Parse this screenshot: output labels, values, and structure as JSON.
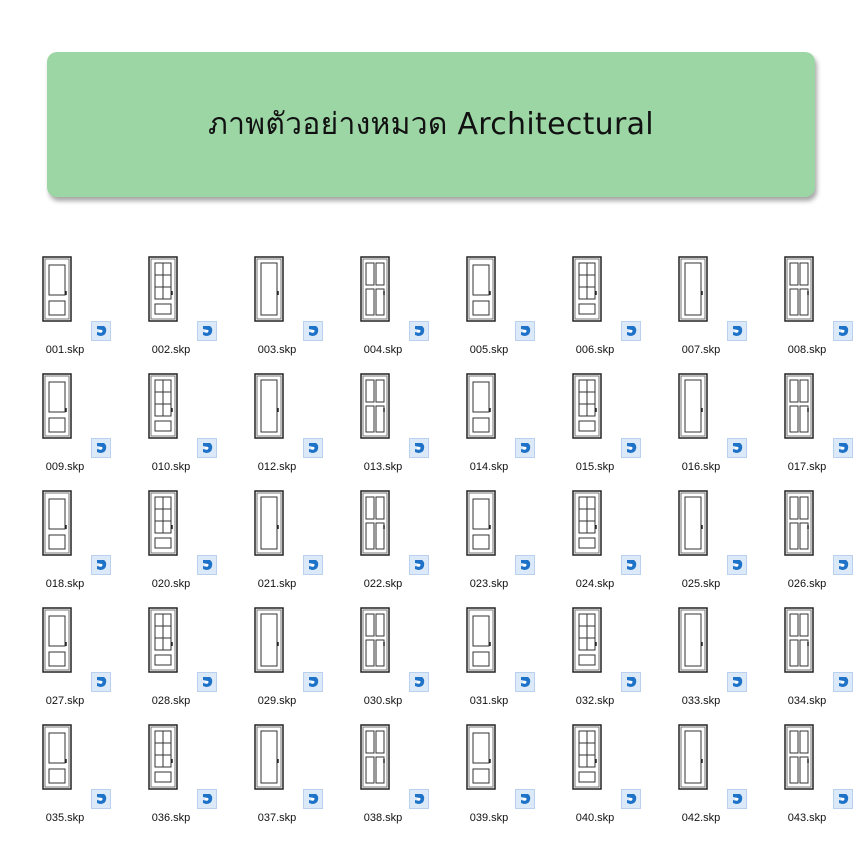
{
  "banner": {
    "title": "ภาพตัวอย่างหมวด Architectural",
    "color": "#9dd6a5"
  },
  "file_icon": "sketchup-file-icon",
  "files": [
    "001.skp",
    "002.skp",
    "003.skp",
    "004.skp",
    "005.skp",
    "006.skp",
    "007.skp",
    "008.skp",
    "009.skp",
    "010.skp",
    "012.skp",
    "013.skp",
    "014.skp",
    "015.skp",
    "016.skp",
    "017.skp",
    "018.skp",
    "020.skp",
    "021.skp",
    "022.skp",
    "023.skp",
    "024.skp",
    "025.skp",
    "026.skp",
    "027.skp",
    "028.skp",
    "029.skp",
    "030.skp",
    "031.skp",
    "032.skp",
    "033.skp",
    "034.skp",
    "035.skp",
    "036.skp",
    "037.skp",
    "038.skp",
    "039.skp",
    "040.skp",
    "042.skp",
    "043.skp"
  ]
}
